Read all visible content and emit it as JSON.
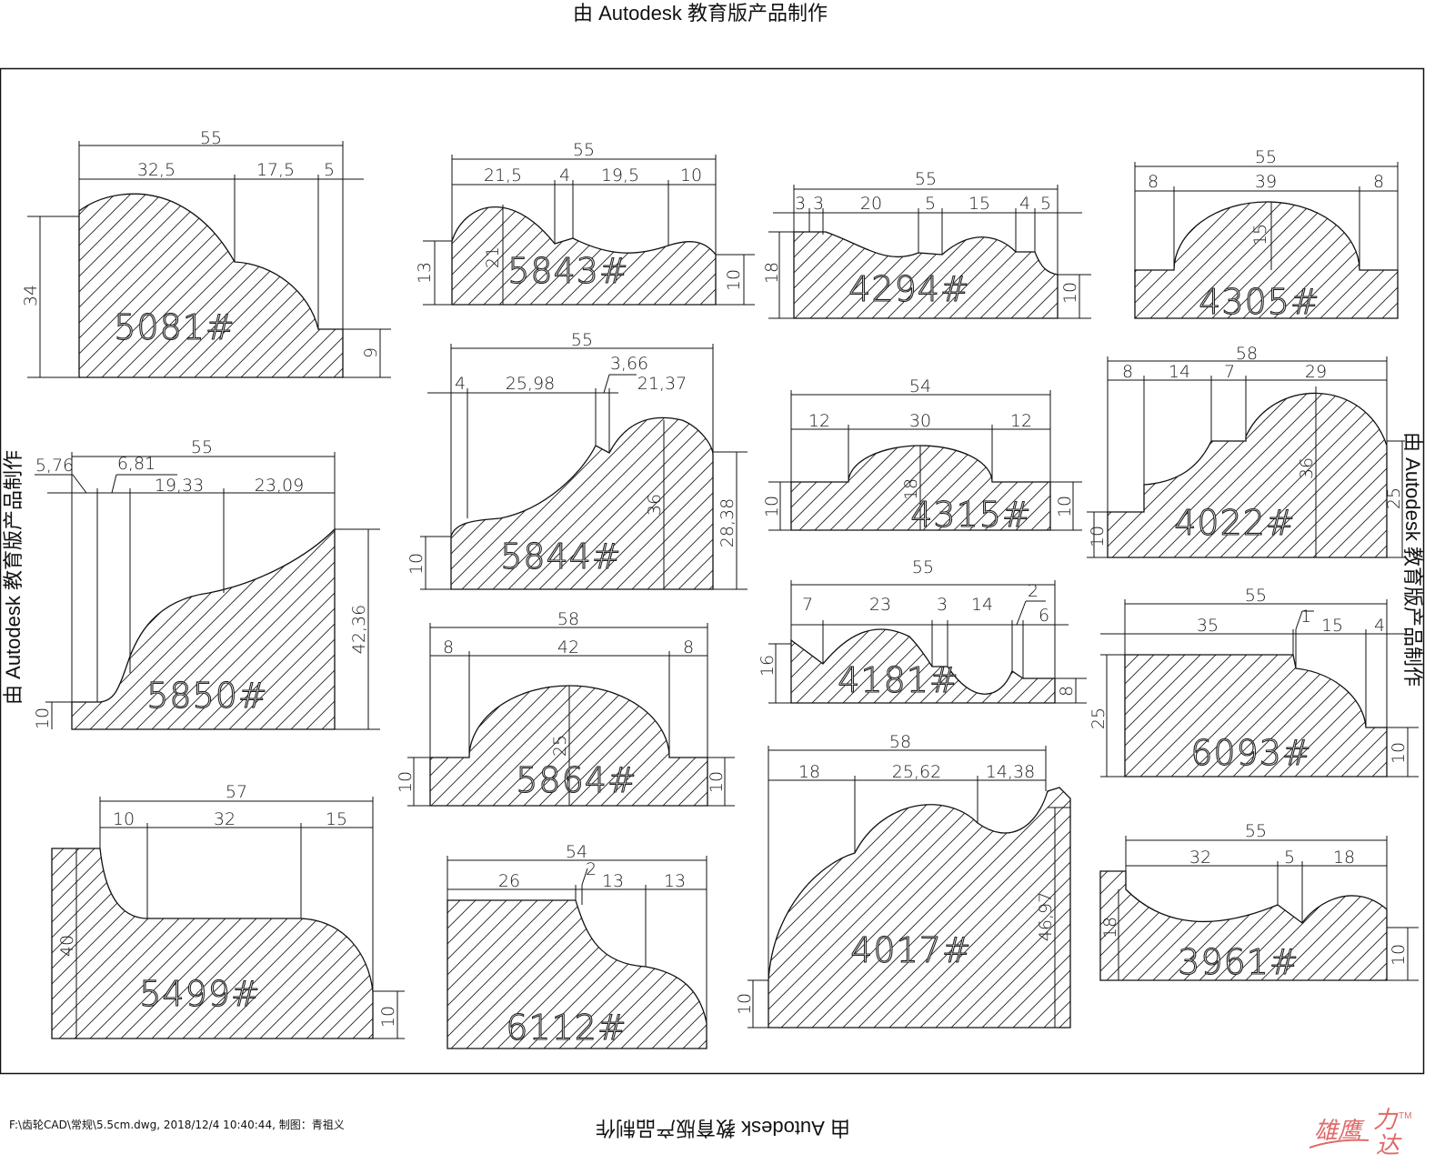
{
  "watermark": "由 Autodesk 教育版产品制作",
  "watermark_parts": {
    "pre": "由 ",
    "brand": "Autodesk",
    "post": " 教育版产品制作"
  },
  "footer": "F:\\齿轮CAD\\常规\\5.5cm.dwg, 2018/12/4 10:40:44, 制图：青祖义",
  "logo": {
    "text1": "雄鹰",
    "text2": "力",
    "text3": "达",
    "tm": "TM",
    "color": "#e06a6a"
  },
  "profiles": [
    {
      "label": "5081#",
      "dims": [
        "55",
        "32,5",
        "17,5",
        "5",
        "34",
        "9"
      ]
    },
    {
      "label": "5843#",
      "dims": [
        "55",
        "21,5",
        "4",
        "19,5",
        "10",
        "13",
        "21",
        "10"
      ]
    },
    {
      "label": "4294#",
      "dims": [
        "55",
        "3",
        "3",
        "20",
        "5",
        "15",
        "4",
        "5",
        "18",
        "10"
      ]
    },
    {
      "label": "4305#",
      "dims": [
        "55",
        "8",
        "39",
        "8",
        "15"
      ]
    },
    {
      "label": "5844#",
      "dims": [
        "55",
        "4",
        "25,98",
        "3,66",
        "21,37",
        "10",
        "36",
        "28,38"
      ]
    },
    {
      "label": "5850#",
      "dims": [
        "55",
        "5,76",
        "6,81",
        "19,33",
        "23,09",
        "10",
        "42,36"
      ]
    },
    {
      "label": "5864#",
      "dims": [
        "58",
        "8",
        "42",
        "8",
        "10",
        "25",
        "10"
      ]
    },
    {
      "label": "4315#",
      "dims": [
        "54",
        "12",
        "30",
        "12",
        "10",
        "18",
        "10"
      ]
    },
    {
      "label": "4022#",
      "dims": [
        "58",
        "8",
        "14",
        "7",
        "29",
        "10",
        "36",
        "25"
      ]
    },
    {
      "label": "4181#",
      "dims": [
        "55",
        "7",
        "23",
        "3",
        "14",
        "2",
        "6",
        "16",
        "8"
      ]
    },
    {
      "label": "6093#",
      "dims": [
        "55",
        "35",
        "1",
        "15",
        "4",
        "25",
        "10"
      ]
    },
    {
      "label": "4017#",
      "dims": [
        "58",
        "18",
        "25,62",
        "14,38",
        "10",
        "46,97"
      ]
    },
    {
      "label": "3961#",
      "dims": [
        "55",
        "32",
        "5",
        "18",
        "18",
        "10"
      ]
    },
    {
      "label": "5499#",
      "dims": [
        "57",
        "10",
        "32",
        "15",
        "40",
        "10"
      ]
    },
    {
      "label": "6112#",
      "dims": [
        "54",
        "26",
        "2",
        "13",
        "13"
      ]
    }
  ]
}
